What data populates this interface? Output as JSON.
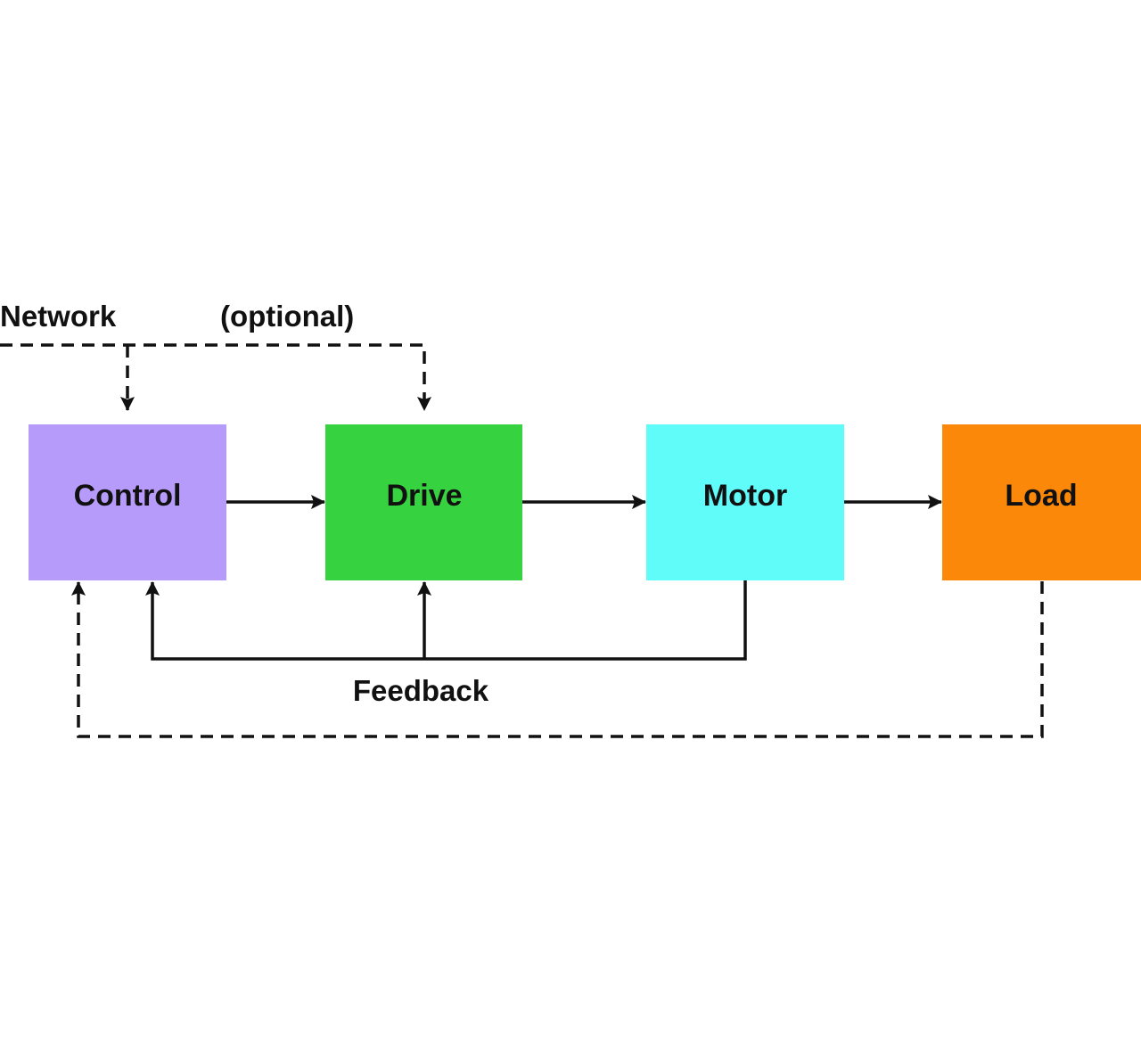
{
  "diagram": {
    "title": "",
    "blocks": [
      {
        "id": "control",
        "label": "Control",
        "color": "#b79bfb"
      },
      {
        "id": "drive",
        "label": "Drive",
        "color": "#37d23f"
      },
      {
        "id": "motor",
        "label": "Motor",
        "color": "#5ffcf9"
      },
      {
        "id": "load",
        "label": "Load",
        "color": "#fb8808"
      }
    ],
    "annotations": {
      "network": "Network",
      "optional": "(optional)",
      "feedback": "Feedback"
    },
    "connections": [
      {
        "from": "control",
        "to": "drive",
        "style": "solid"
      },
      {
        "from": "drive",
        "to": "motor",
        "style": "solid"
      },
      {
        "from": "motor",
        "to": "load",
        "style": "solid"
      },
      {
        "from": "network",
        "to": "control",
        "style": "dashed"
      },
      {
        "from": "network",
        "to": "drive",
        "style": "dashed"
      },
      {
        "from": "motor",
        "to": "control",
        "style": "solid",
        "label": "Feedback"
      },
      {
        "from": "motor",
        "to": "drive",
        "style": "solid",
        "label": "Feedback"
      },
      {
        "from": "load",
        "to": "control",
        "style": "dashed"
      }
    ]
  }
}
